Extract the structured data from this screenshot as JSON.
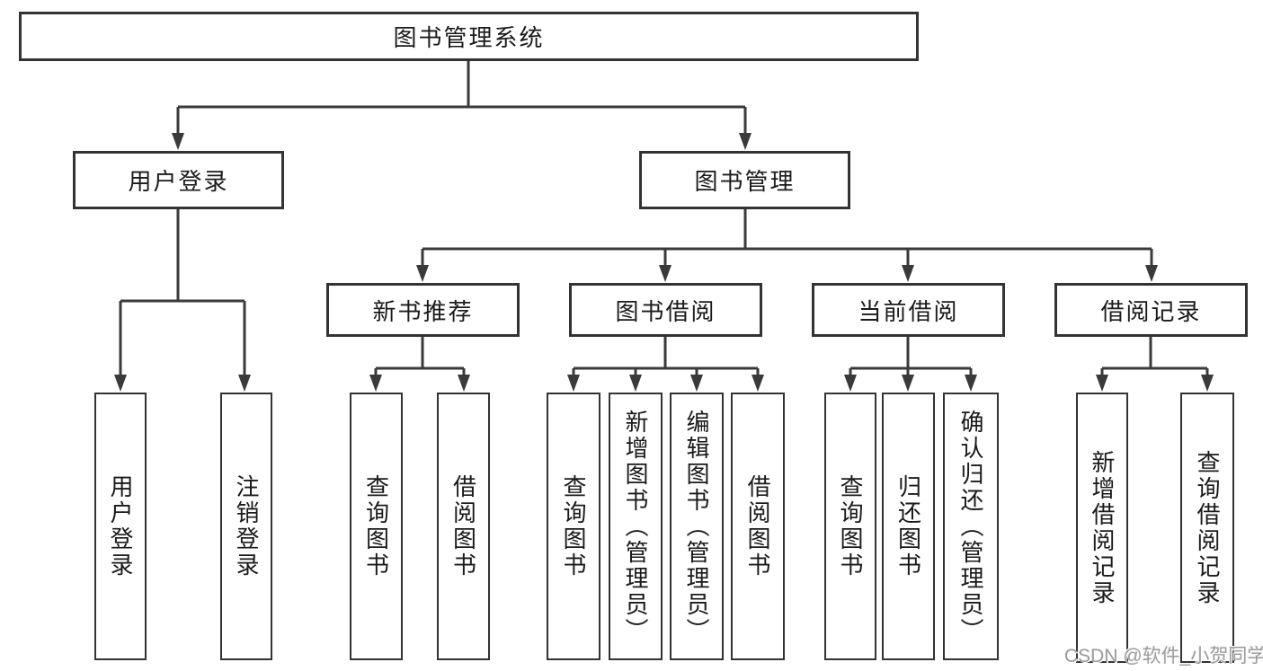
{
  "tree": {
    "root": {
      "label": "图书管理系统"
    },
    "branches": [
      {
        "label": "用户登录",
        "children": [
          {
            "label": "用户登录"
          },
          {
            "label": "注销登录"
          }
        ]
      },
      {
        "label": "图书管理",
        "children": [
          {
            "label": "新书推荐",
            "children": [
              {
                "label": "查询图书"
              },
              {
                "label": "借阅图书"
              }
            ]
          },
          {
            "label": "图书借阅",
            "children": [
              {
                "label": "查询图书"
              },
              {
                "label": "新增图书（管理员）"
              },
              {
                "label": "编辑图书（管理员）"
              },
              {
                "label": "借阅图书"
              }
            ]
          },
          {
            "label": "当前借阅",
            "children": [
              {
                "label": "查询图书"
              },
              {
                "label": "归还图书"
              },
              {
                "label": "确认归还（管理员）"
              }
            ]
          },
          {
            "label": "借阅记录",
            "children": [
              {
                "label": "新增借阅记录"
              },
              {
                "label": "查询借阅记录"
              }
            ]
          }
        ]
      }
    ]
  },
  "watermark": {
    "text": "CSDN @软件_小贺同学"
  },
  "colors": {
    "line": "#3a3a3a",
    "box_border": "#333333",
    "text": "#1a1a1a",
    "background": "#ffffff",
    "watermark": "#9c9c9c"
  }
}
